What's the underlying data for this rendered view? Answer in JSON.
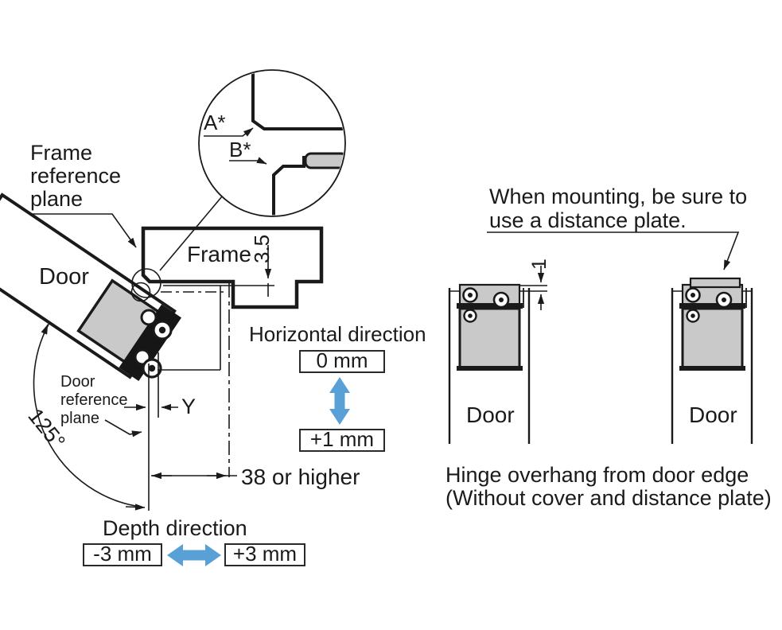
{
  "colors": {
    "line": "#1a1a1a",
    "fill_gray": "#c9c9c9",
    "arrow_blue": "#58a0d6"
  },
  "left": {
    "frame_reference_plane": [
      "Frame",
      "reference",
      "plane"
    ],
    "door_label": "Door",
    "frame_label": "Frame",
    "detail_a": "A*",
    "detail_b": "B*",
    "dim_3_5": "3.5",
    "door_reference_plane": [
      "Door",
      "reference",
      "plane"
    ],
    "dim_y": "Y",
    "angle": "125°",
    "dim_38": "38 or higher",
    "horizontal": {
      "title": "Horizontal direction",
      "top": "0 mm",
      "bottom": "+1 mm"
    },
    "depth": {
      "title": "Depth direction",
      "left": "-3 mm",
      "right": "+3 mm"
    }
  },
  "right": {
    "note": [
      "When mounting, be sure to",
      "use a distance plate."
    ],
    "dim_1": "1",
    "door_left": "Door",
    "door_right": "Door",
    "caption": [
      "Hinge overhang from door edge",
      "(Without cover and distance plate)"
    ]
  }
}
